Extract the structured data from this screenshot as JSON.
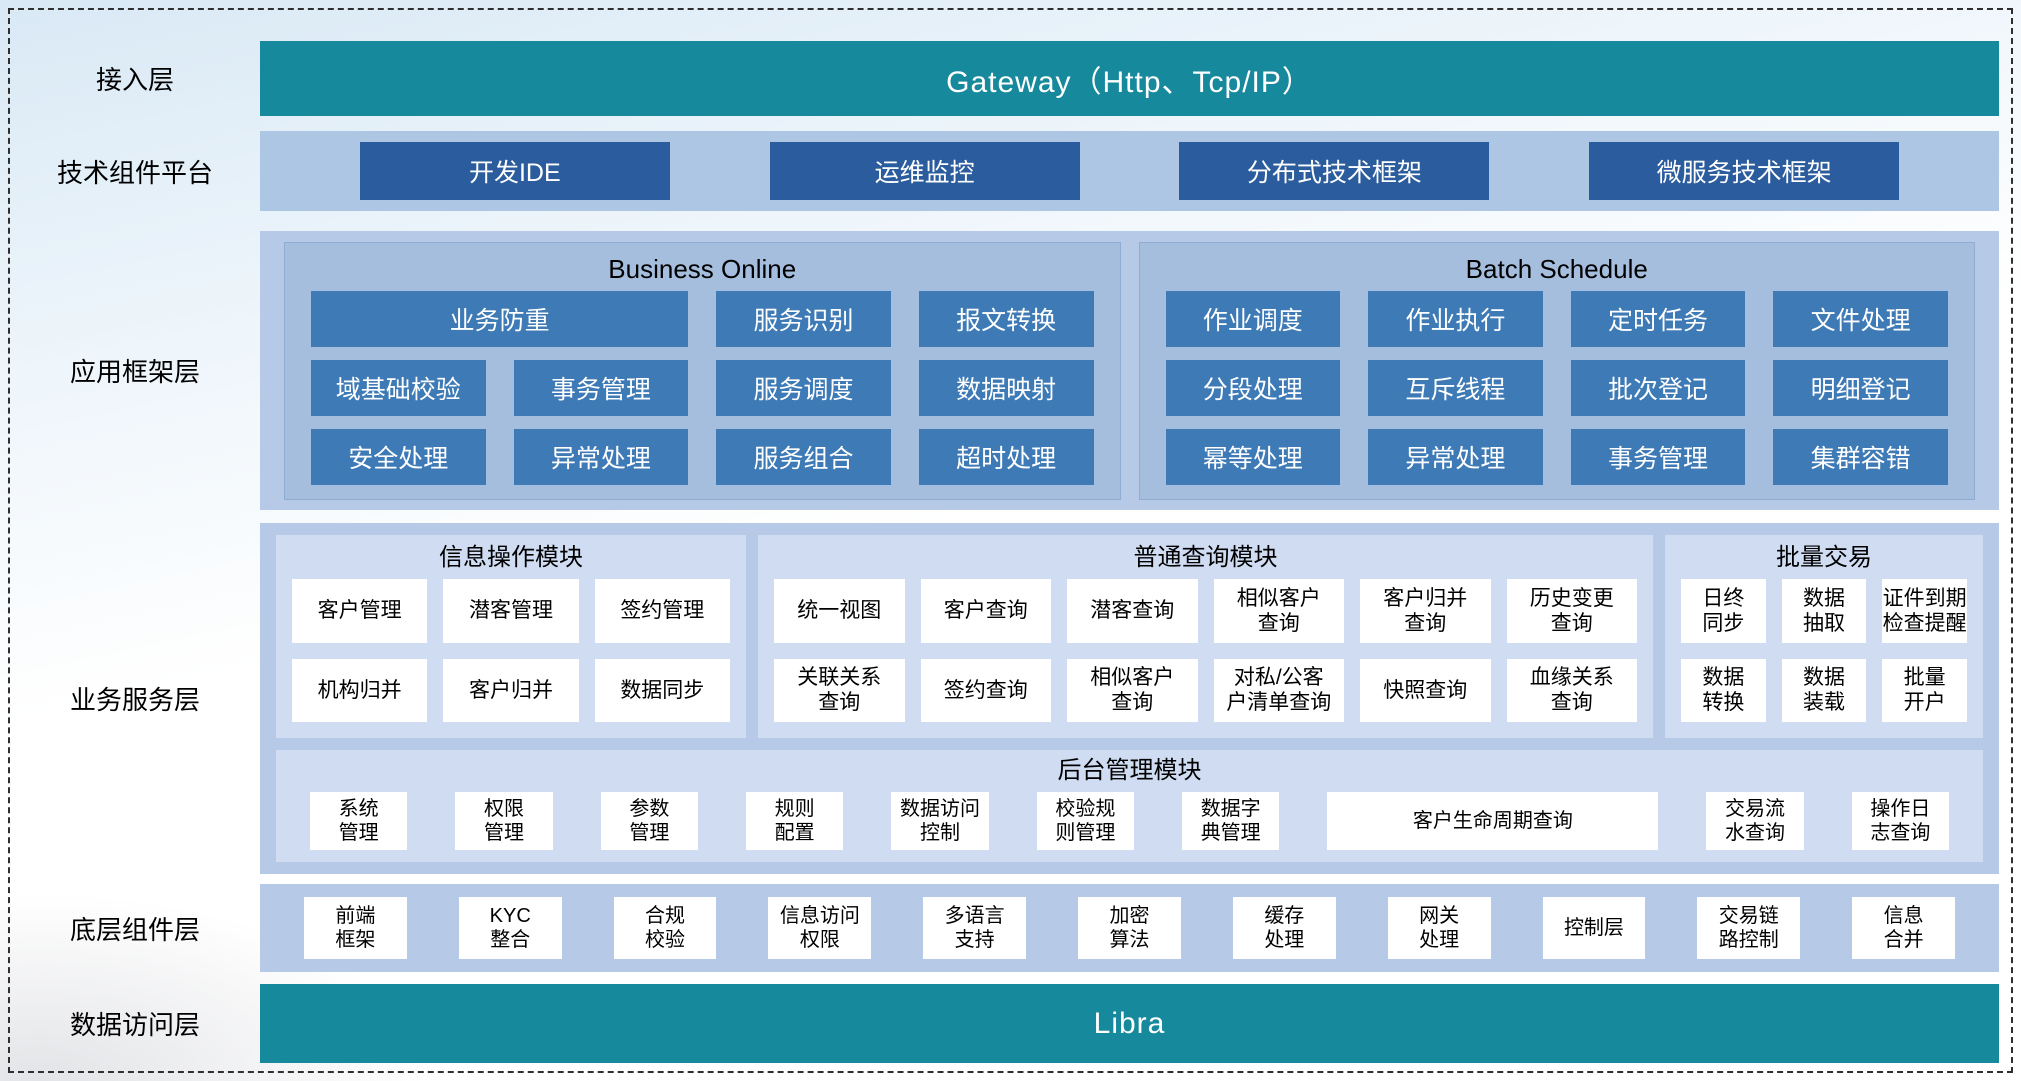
{
  "colors": {
    "teal": "#17899d",
    "outer_panel_blue": "#b6cae7",
    "inner_panel_blue": "#a5bede",
    "module_panel_blue": "#cfdcf2",
    "dark_button_blue": "#2b5c9d",
    "mid_button_blue": "#3d7ab6",
    "card_white": "#ffffff"
  },
  "labels": {
    "access_layer": "接入层",
    "tech_platform_layer": "技术组件平台",
    "app_framework_layer": "应用框架层",
    "business_service_layer": "业务服务层",
    "bottom_component_layer": "底层组件层",
    "data_access_layer": "数据访问层"
  },
  "access": {
    "title": "Gateway（Http、Tcp/IP）"
  },
  "tech_platform": {
    "items": [
      "开发IDE",
      "运维监控",
      "分布式技术框架",
      "微服务技术框架"
    ]
  },
  "app_framework": {
    "business_online": {
      "title": "Business Online",
      "items": [
        "业务防重",
        "服务识别",
        "报文转换",
        "域基础校验",
        "事务管理",
        "服务调度",
        "数据映射",
        "安全处理",
        "异常处理",
        "服务组合",
        "超时处理"
      ]
    },
    "batch_schedule": {
      "title": "Batch Schedule",
      "items": [
        "作业调度",
        "作业执行",
        "定时任务",
        "文件处理",
        "分段处理",
        "互斥线程",
        "批次登记",
        "明细登记",
        "幂等处理",
        "异常处理",
        "事务管理",
        "集群容错"
      ]
    }
  },
  "business_service": {
    "info_module": {
      "title": "信息操作模块",
      "items": [
        "客户管理",
        "潜客管理",
        "签约管理",
        "机构归并",
        "客户归并",
        "数据同步"
      ]
    },
    "query_module": {
      "title": "普通查询模块",
      "items": [
        "统一视图",
        "客户查询",
        "潜客查询",
        "相似客户\n查询",
        "客户归并\n查询",
        "历史变更\n查询",
        "关联关系\n查询",
        "签约查询",
        "相似客户\n查询",
        "对私/公客\n户清单查询",
        "快照查询",
        "血缘关系\n查询"
      ]
    },
    "batch_module": {
      "title": "批量交易",
      "items": [
        "日终\n同步",
        "数据\n抽取",
        "证件到期\n检查提醒",
        "数据\n转换",
        "数据\n装载",
        "批量\n开户"
      ]
    },
    "admin_module": {
      "title": "后台管理模块",
      "items": [
        "系统\n管理",
        "权限\n管理",
        "参数\n管理",
        "规则\n配置",
        "数据访问\n控制",
        "校验规\n则管理",
        "数据字\n典管理",
        "客户生命周期查询",
        "交易流\n水查询",
        "操作日\n志查询"
      ]
    }
  },
  "bottom_component": {
    "items": [
      "前端\n框架",
      "KYC\n整合",
      "合规\n校验",
      "信息访问\n权限",
      "多语言\n支持",
      "加密\n算法",
      "缓存\n处理",
      "网关\n处理",
      "控制层",
      "交易链\n路控制",
      "信息\n合并"
    ]
  },
  "data_access": {
    "title": "Libra"
  }
}
